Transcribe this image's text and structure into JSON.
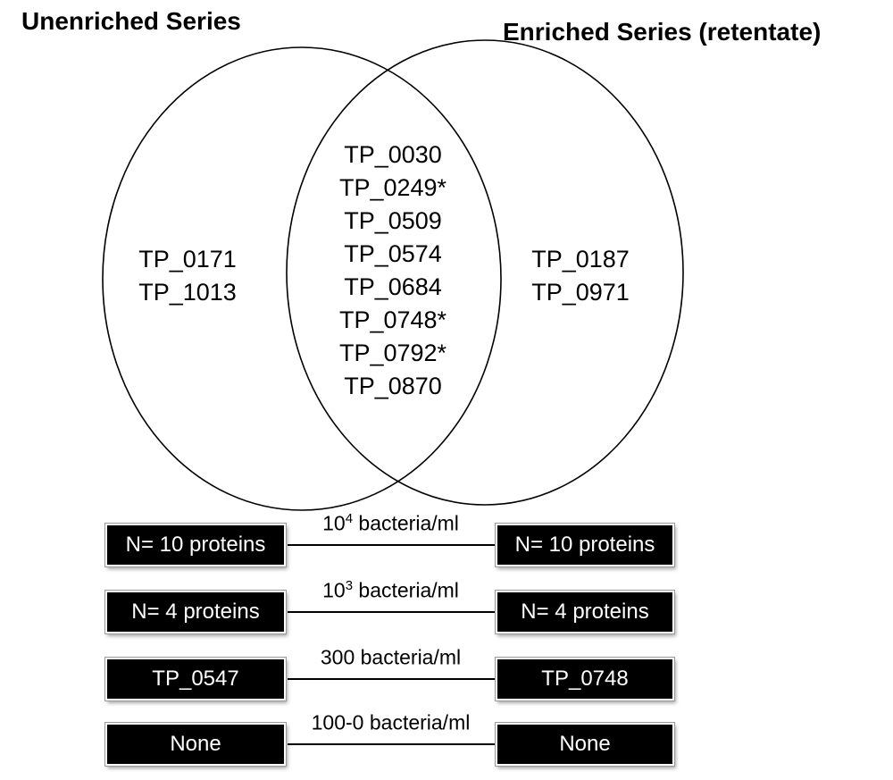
{
  "venn": {
    "left_title": "Unenriched Series",
    "right_title": "Enriched Series (retentate)",
    "left_only": [
      "TP_0171",
      "TP_1013"
    ],
    "intersection": [
      "TP_0030",
      "TP_0249*",
      "TP_0509",
      "TP_0574",
      "TP_0684",
      "TP_0748*",
      "TP_0792*",
      "TP_0870"
    ],
    "right_only": [
      "TP_0187",
      "TP_0971"
    ]
  },
  "rows": [
    {
      "left": "N= 10 proteins",
      "label_base": "10",
      "label_sup": "4",
      "label_rest": " bacteria/ml",
      "right": "N= 10 proteins"
    },
    {
      "left": "N= 4 proteins",
      "label_base": "10",
      "label_sup": "3",
      "label_rest": " bacteria/ml",
      "right": "N= 4 proteins"
    },
    {
      "left": "TP_0547",
      "label_base": "300",
      "label_sup": "",
      "label_rest": " bacteria/ml",
      "right": "TP_0748"
    },
    {
      "left": "None",
      "label_base": "100-0",
      "label_sup": "",
      "label_rest": " bacteria/ml",
      "right": "None"
    }
  ],
  "colors": {
    "box_bg": "#000000",
    "box_text": "#ffffff",
    "stroke": "#000000",
    "background": "#ffffff"
  }
}
